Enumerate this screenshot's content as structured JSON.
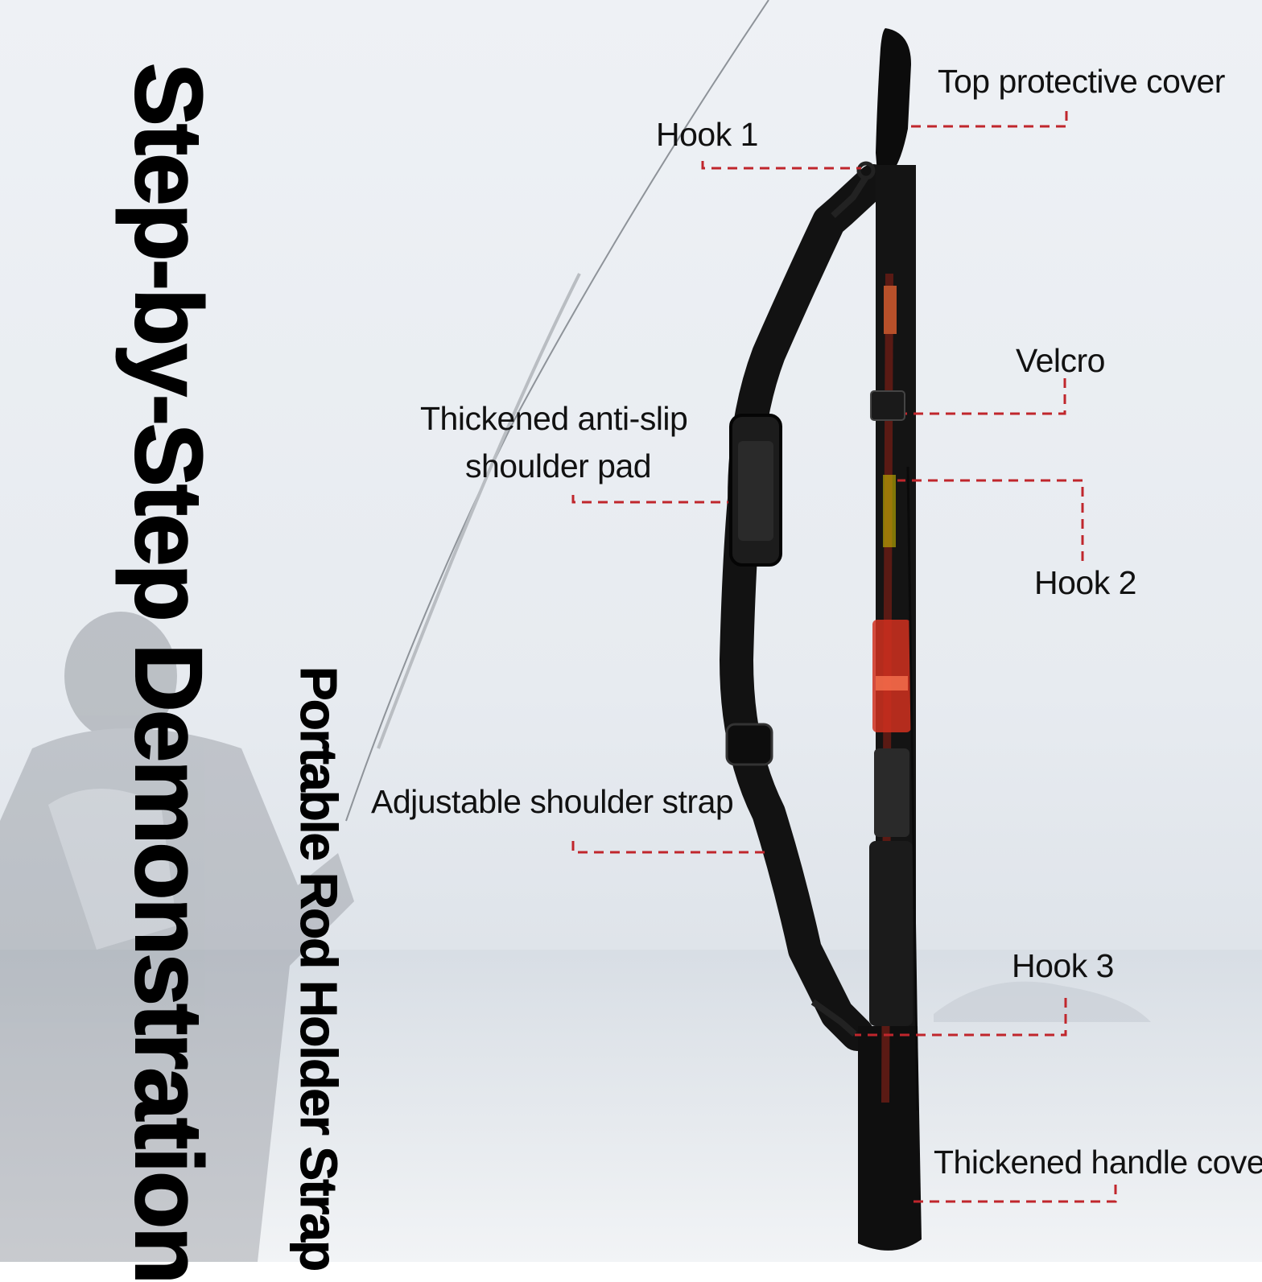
{
  "title": "Step-by-Step Demonstration",
  "subtitle": "Portable Rod Holder Strap",
  "callouts": {
    "top_cover": "Top protective cover",
    "hook1": "Hook 1",
    "velcro": "Velcro",
    "shoulder_pad_line1": "Thickened anti-slip",
    "shoulder_pad_line2": "shoulder pad",
    "hook2": "Hook 2",
    "strap": "Adjustable shoulder strap",
    "hook3": "Hook 3",
    "handle_cover": "Thickened handle cover"
  },
  "colors": {
    "leader": "#c0262c",
    "strap": "#111111",
    "rod_accent": "#d0301e"
  }
}
